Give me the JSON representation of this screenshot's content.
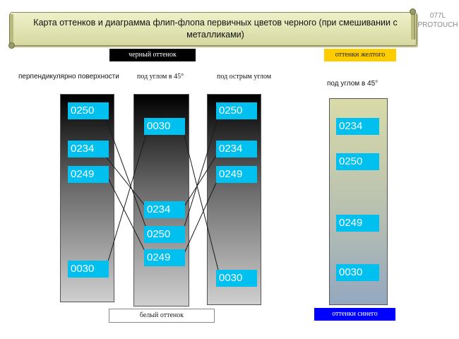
{
  "title": "Карта оттенков и диаграмма флип-флопа первичных цветов черного (при смешивании с металликами)",
  "corner_code": "077L\nPROTOUCH",
  "headers": {
    "black_shade": "черный оттенок",
    "yellow_shades": "оттенки желтого",
    "white_shade": "белый оттенок",
    "blue_shades": "оттенки синего"
  },
  "angles": {
    "perpendicular": "перпендикулярно поверхности",
    "at_45": "под углом в 45°",
    "acute": "под острым углом",
    "at_45_yellow": "под углом в 45°"
  },
  "columns": {
    "perpendicular": [
      "0250",
      "0234",
      "0249",
      "0030"
    ],
    "angle_45": [
      "0030",
      "0234",
      "0250",
      "0249"
    ],
    "acute": [
      "0250",
      "0234",
      "0249",
      "0030"
    ],
    "yellow_blue_45": [
      "0234",
      "0250",
      "0249",
      "0030"
    ]
  },
  "colors": {
    "code_box": "#00c0f0",
    "black_header": "#000000",
    "yellow_header": "#ffcc00",
    "blue_header": "#0000ff",
    "banner": "#e2e5b4"
  }
}
